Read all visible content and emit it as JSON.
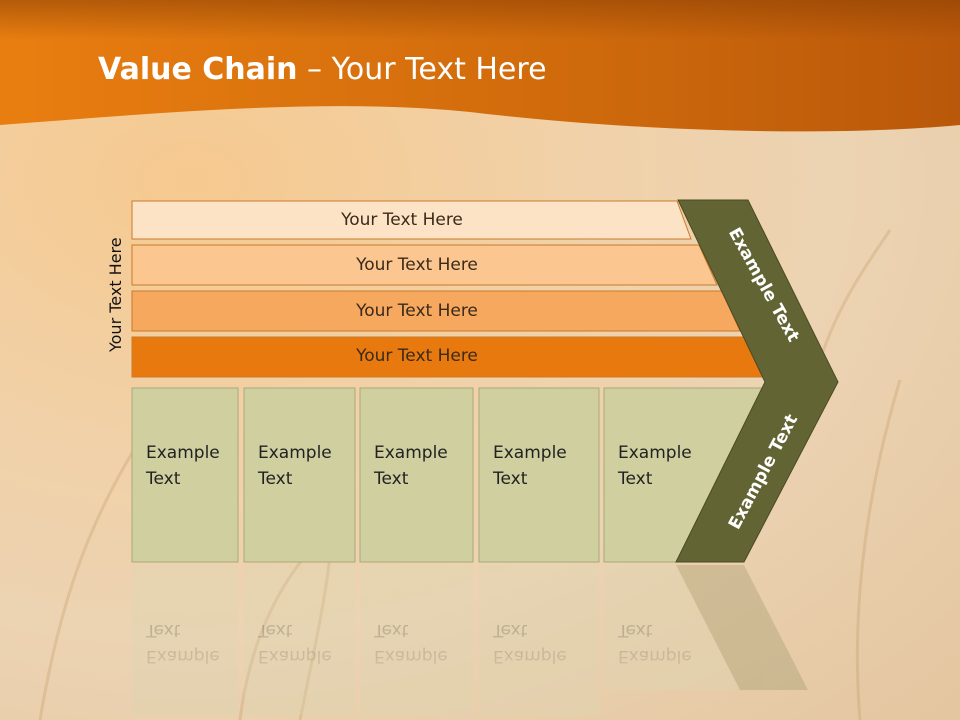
{
  "title": {
    "bold": "Value Chain",
    "rest": " – Your Text Here"
  },
  "bands": [
    {
      "label": "Your Text Here"
    },
    {
      "label": "Your Text Here"
    },
    {
      "label": "Your Text Here"
    },
    {
      "label": "Your Text Here"
    }
  ],
  "side_label": "Your Text Here",
  "boxes": [
    {
      "line1": "Example",
      "line2": "Text"
    },
    {
      "line1": "Example",
      "line2": "Text"
    },
    {
      "line1": "Example",
      "line2": "Text"
    },
    {
      "line1": "Example",
      "line2": "Text"
    },
    {
      "line1": "Example",
      "line2": "Text"
    }
  ],
  "chevron": {
    "upper": "Example Text",
    "lower": "Example Text"
  },
  "colors": {
    "header": "#d9750c",
    "band1": "#fde3c6",
    "band2": "#fbc690",
    "band3": "#f5a85e",
    "band4": "#e8790f",
    "box": "#cfcfa0",
    "chevron": "#636434"
  }
}
